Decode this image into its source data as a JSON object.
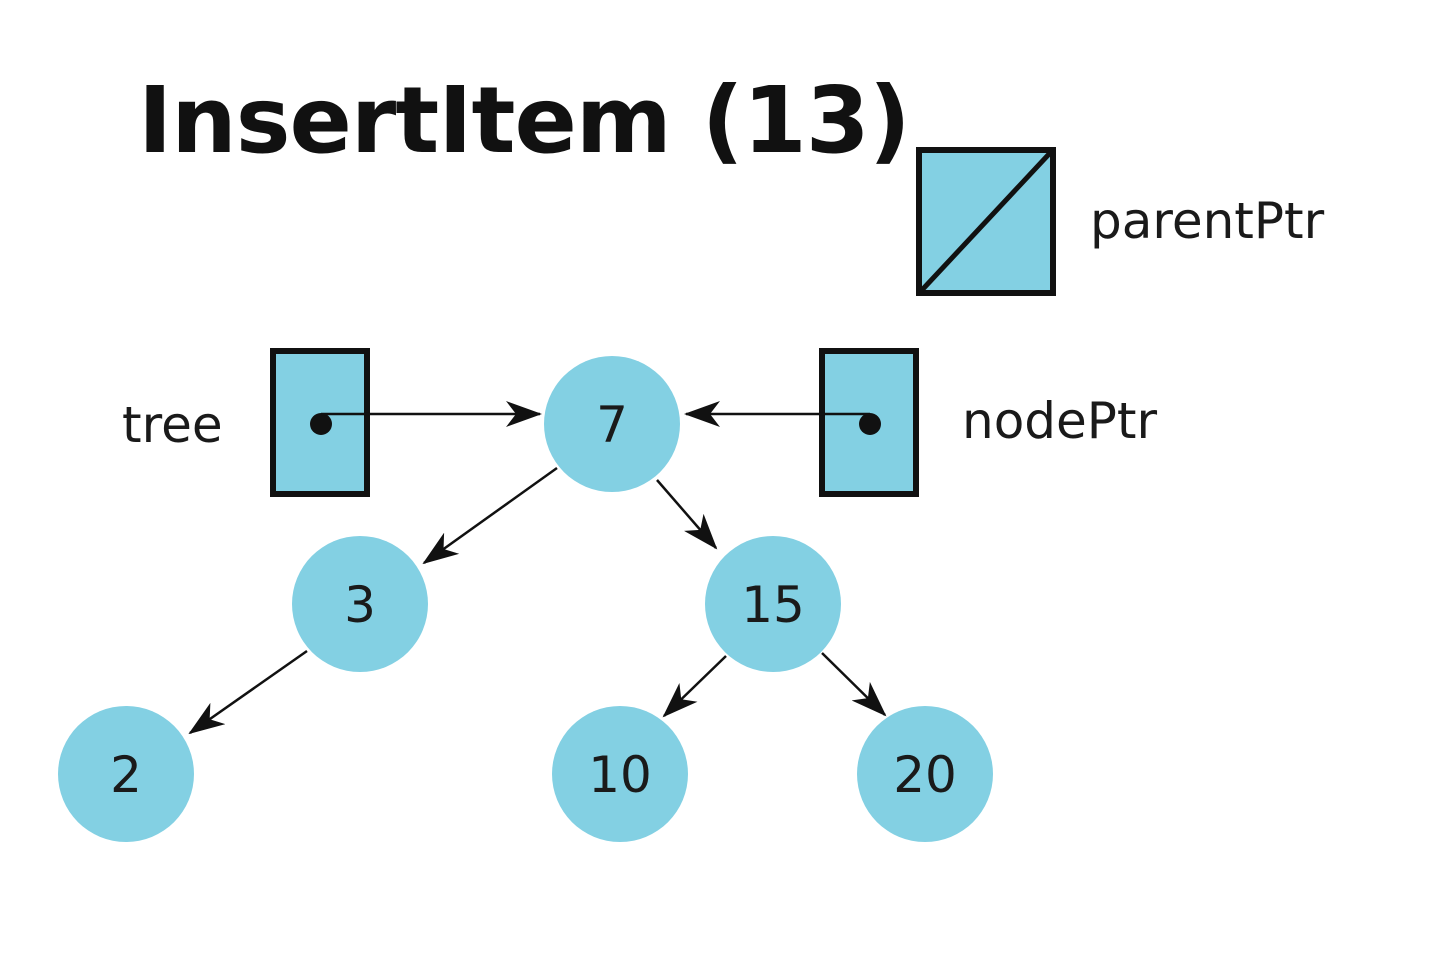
{
  "title": "InsertItem (13)",
  "colors": {
    "node_fill": "#83D0E3",
    "stroke": "#111111",
    "background": "#FFFFFF"
  },
  "pointers": {
    "tree": {
      "label": "tree",
      "state": "points-to-node"
    },
    "nodePtr": {
      "label": "nodePtr",
      "state": "points-to-node"
    },
    "parentPtr": {
      "label": "parentPtr",
      "state": "null"
    }
  },
  "tree_nodes": [
    {
      "id": "n7",
      "value": "7"
    },
    {
      "id": "n3",
      "value": "3"
    },
    {
      "id": "n15",
      "value": "15"
    },
    {
      "id": "n2",
      "value": "2"
    },
    {
      "id": "n10",
      "value": "10"
    },
    {
      "id": "n20",
      "value": "20"
    }
  ],
  "tree_edges": [
    {
      "from": "n7",
      "to": "n3"
    },
    {
      "from": "n7",
      "to": "n15"
    },
    {
      "from": "n3",
      "to": "n2"
    },
    {
      "from": "n15",
      "to": "n10"
    },
    {
      "from": "n15",
      "to": "n20"
    }
  ]
}
